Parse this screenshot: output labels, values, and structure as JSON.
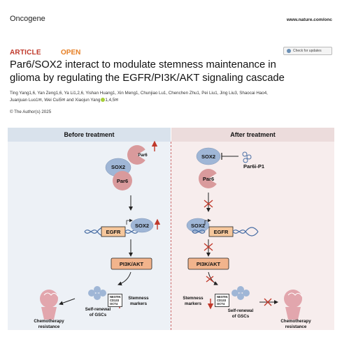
{
  "header": {
    "journal": "Oncogene",
    "site": "www.nature.com/onc",
    "article_label": "ARTICLE",
    "open_label": "OPEN",
    "check_updates": "Check for updates"
  },
  "paper": {
    "title_line1": "Par6/SOX2 interact to modulate stemness maintenance in",
    "title_line2": "glioma by regulating the EGFR/PI3K/AKT signaling cascade",
    "authors_line1": "Ting Yang1,6, Yan Zeng1,6, Ya Li1,2,6, Yishan Huang1, Xin Meng1, Chunjiao Lu1, Chenchen Zhu1, Pei Liu1, Jing Liu3, Shaocai Hao4,",
    "authors_line2": "Juanjuan Luo1✉, Wei Cui5✉ and Xiaojun Yang",
    "authors_tail": "1,4,5✉",
    "copyright": "© The Author(s) 2025"
  },
  "figure": {
    "before_title": "Before treatment",
    "after_title": "After treatment",
    "labels": {
      "par6": "Par6",
      "sox2": "SOX2",
      "egfr": "EGFR",
      "pi3k": "PI3K/AKT",
      "inhibitor": "Par6i-P1",
      "stemness_markers": "Stemness markers",
      "self_renewal_l1": "Self-renewal",
      "self_renewal_l2": "of GSCs",
      "chemo_l1": "Chemotherapy",
      "chemo_l2": "resistance",
      "markers": [
        "NESTIN",
        "CD133",
        "OCT4"
      ]
    },
    "colors": {
      "sox2": "#9fb6d6",
      "par6": "#d99a9c",
      "pi3k": "#f2b48c",
      "egfr": "#f6c79c",
      "inhibit": "#c0392b"
    }
  }
}
